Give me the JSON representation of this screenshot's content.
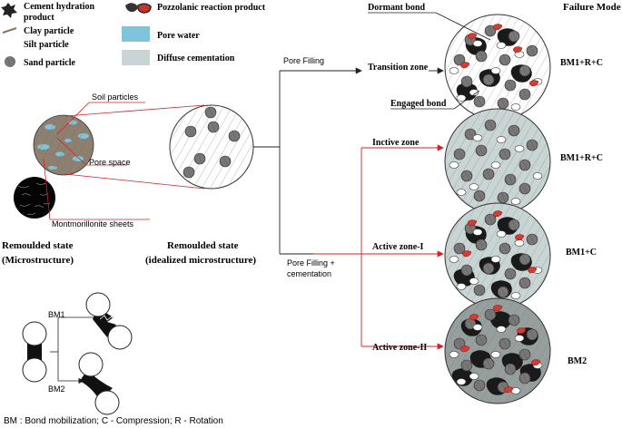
{
  "legend": {
    "cement_hydration": "Cement hydration",
    "cement_hydration_2": "product",
    "clay_particle": "Clay particle",
    "silt_particle": "Silt particle",
    "sand_particle": "Sand particle",
    "pozzolanic": "Pozzolanic reaction product",
    "pore_water": "Pore water",
    "diffuse_cementation": "Diffuse cementation"
  },
  "labels": {
    "soil_particles": "Soil particles",
    "pore_space": "Pore space",
    "montmorillonite": "Montmorillonite sheets",
    "remoulded_micro_1": "Remoulded state",
    "remoulded_micro_2": "(Microstructure)",
    "remoulded_ideal_1": "Remoulded state",
    "remoulded_ideal_2": "(idealized microstructure)",
    "pore_filling": "Pore Filling",
    "pore_filling_cem_1": "Pore Filling +",
    "pore_filling_cem_2": "cementation",
    "transition_zone": "Transition zone",
    "inactive_zone": "Inctive zone",
    "active_zone_1": "Active zone-I",
    "active_zone_2": "Active zone-II",
    "dormant_bond": "Dormant bond",
    "engaged_bond": "Engaged bond",
    "failure_mode": "Failure Mode",
    "fm_1": "BM1+R+C",
    "fm_2": "BM1+R+C",
    "fm_3": "BM1+C",
    "fm_4": "BM2",
    "bm1": "BM1",
    "bm2": "BM2",
    "footnote": "BM : Bond mobilization; C - Compression; R - Rotation"
  },
  "colors": {
    "pore_water": "#7ec4dc",
    "diffuse_cementation": "#c9d4d4",
    "pozzolanic": "#d83a32",
    "red_line": "#d42020",
    "soil_brown": "#8a7560"
  }
}
